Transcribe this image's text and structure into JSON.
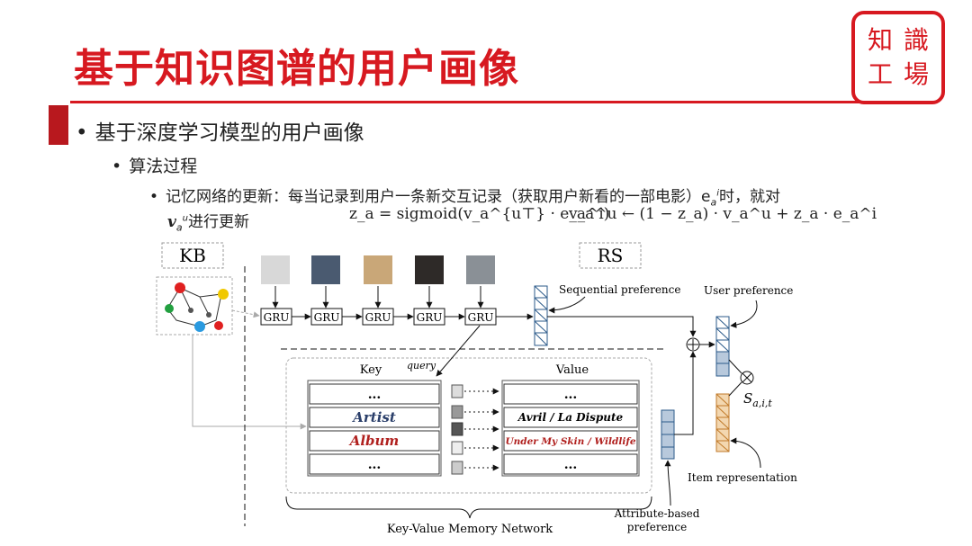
{
  "slide": {
    "title": "基于知识图谱的用户画像",
    "logo_chars": [
      "知",
      "識",
      "工",
      "場"
    ],
    "bullets": {
      "level1": "基于深度学习模型的用户画像",
      "level2": "算法过程",
      "level3_line1": "记忆网络的更新：每当记录到用户一条新交互记录（获取用户新看的一部电影）e",
      "level3_sub_a": "a",
      "level3_sup_i": "i",
      "level3_line1_tail": "时，就对",
      "level3_line2_v": "v",
      "level3_line2_sub": "a",
      "level3_line2_sup": "u",
      "level3_line2_tail": "进行更新"
    },
    "formula1": "z_a = sigmoid(v_a^{u⊤} · e_a^i)",
    "formula2": "v_a^u ← (1 − z_a) · v_a^u + z_a · e_a^i"
  },
  "diagram": {
    "kb_label": "KB",
    "rs_label": "RS",
    "gru_label": "GRU",
    "sequential_preference": "Sequential preference",
    "user_preference": "User preference",
    "query_label": "query",
    "key_header": "Key",
    "value_header": "Value",
    "key_rows": [
      "...",
      "Artist",
      "Album",
      "..."
    ],
    "value_rows": [
      "...",
      "Avril / La Dispute",
      "Under My Skin / Wildlife",
      "..."
    ],
    "score_label": "S",
    "score_sub": "a,i,t",
    "item_representation": "Item representation",
    "kvmn_label": "Key-Value Memory Network",
    "attribute_pref_line1": "Attribute-based",
    "attribute_pref_line2": "preference",
    "colors": {
      "accent_red": "#d71920",
      "vector_blue": "#2b5a8a",
      "vector_fill": "#b8c9dc",
      "item_vector_fill": "#f3d7b0",
      "item_vector_stroke": "#c07a2a"
    }
  }
}
